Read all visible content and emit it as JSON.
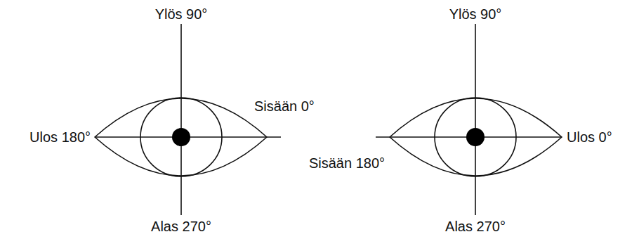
{
  "diagram": {
    "labels": [
      "Ylös 90°",
      "Sisään 0°",
      "Ulos 180°",
      "Alas 270°",
      "Ylös 90°",
      "Ulos 0°",
      "Sisään 180°",
      "Alas 270°"
    ]
  }
}
